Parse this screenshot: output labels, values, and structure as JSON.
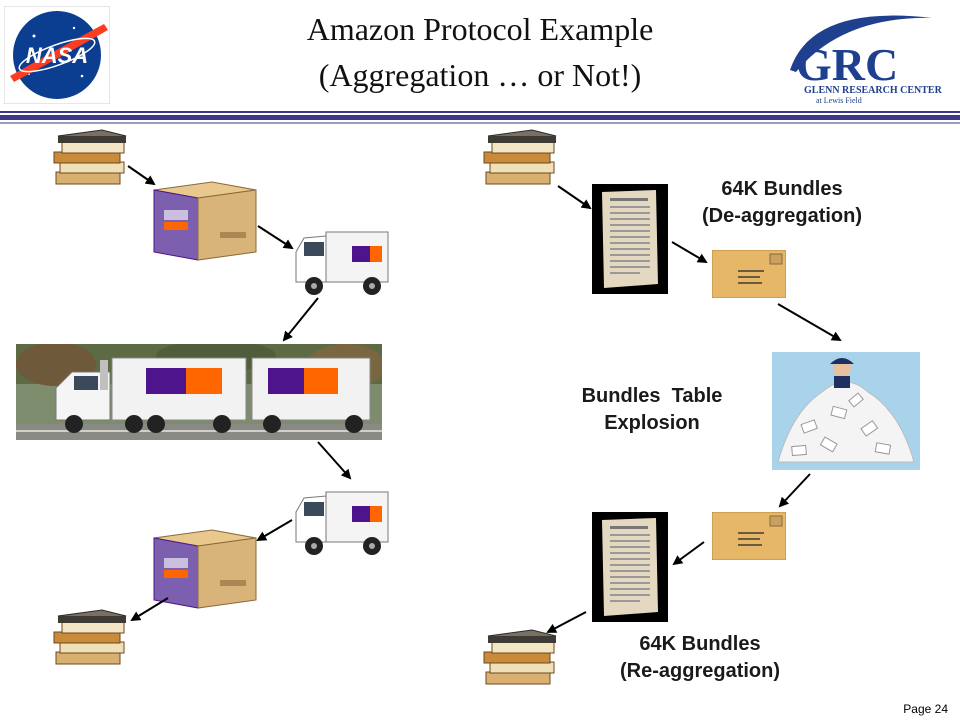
{
  "header": {
    "title_line1": "Amazon Protocol Example",
    "title_line2": "(Aggregation … or Not!)",
    "nasa_logo_text": "NASA",
    "grc_logo_text": "GRC",
    "grc_subtitle": "GLENN RESEARCH CENTER",
    "grc_subtitle2": "at Lewis Field"
  },
  "labels": {
    "deagg_line1": "64K Bundles",
    "deagg_line2": "(De-aggregation)",
    "explosion_line1": "Bundles  Table",
    "explosion_line2": "Explosion",
    "reagg_line1": "64K Bundles",
    "reagg_line2": "(Re-aggregation)"
  },
  "footer": {
    "page": "Page 24"
  },
  "colors": {
    "fedex_purple": "#4d148c",
    "fedex_orange": "#ff6600",
    "grc_blue": "#1f3f8f",
    "rule_blue": "#3a3a8c",
    "envelope": "#e6b766"
  }
}
